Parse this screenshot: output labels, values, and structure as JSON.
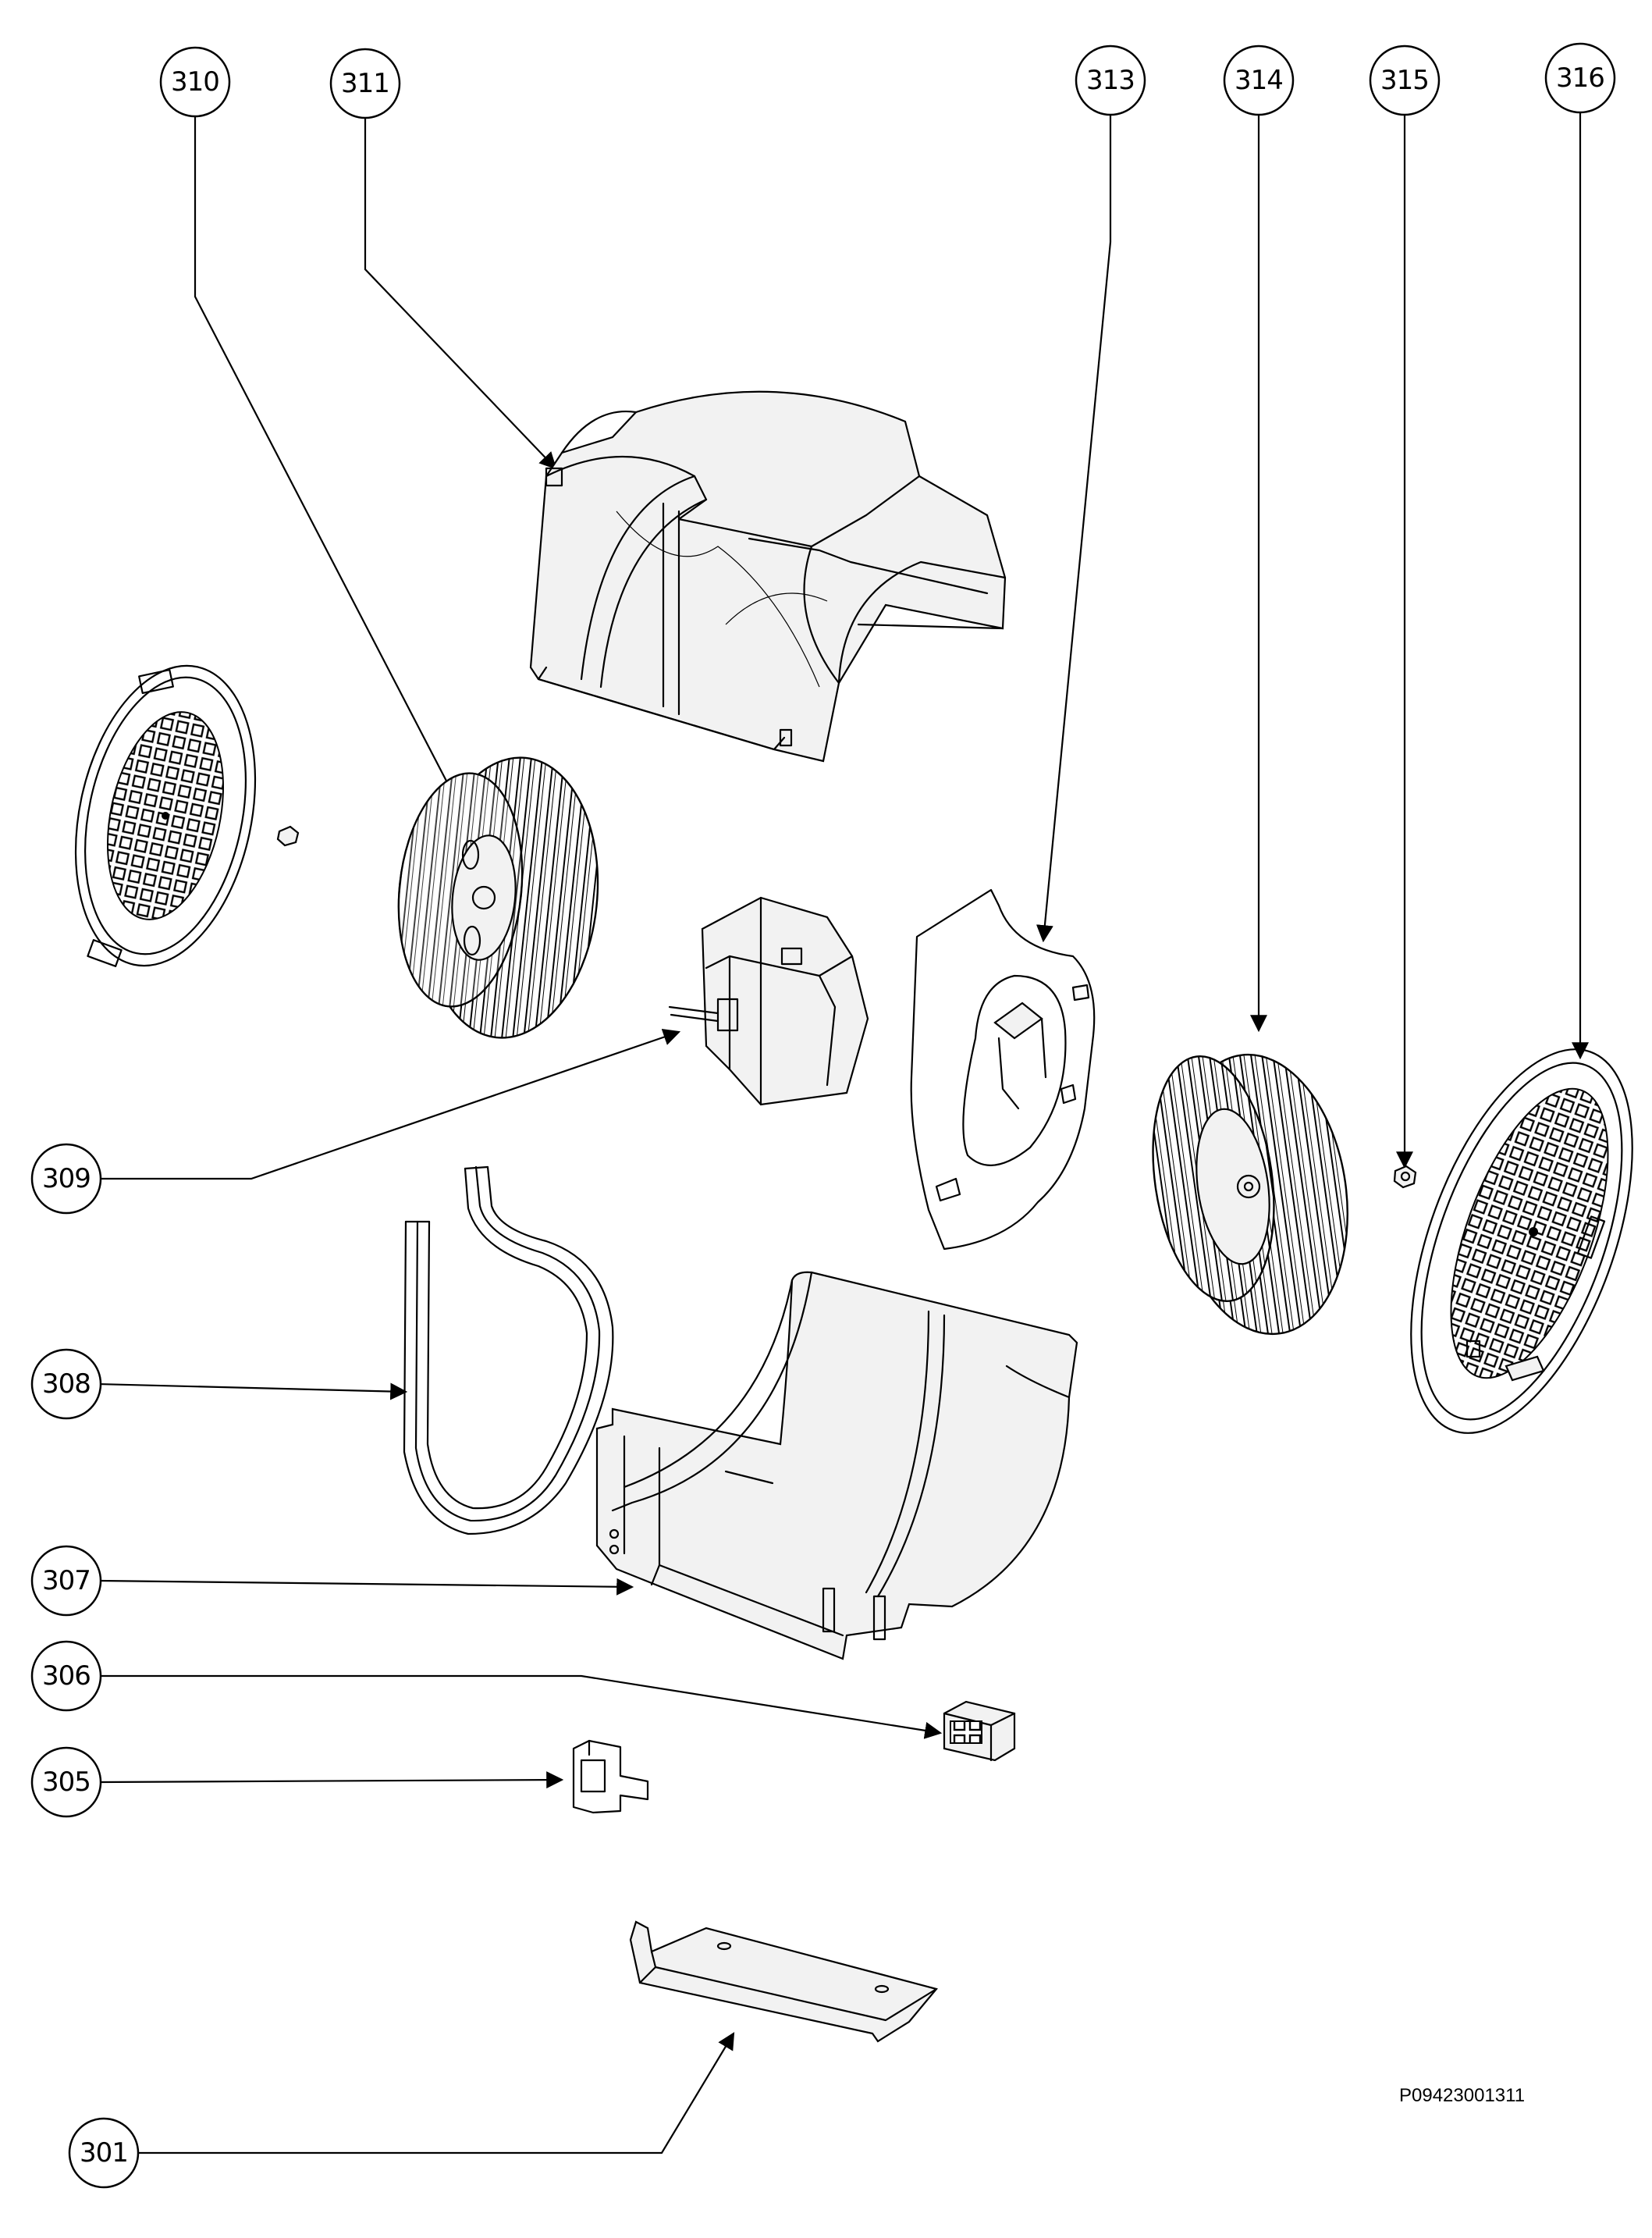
{
  "callouts": [
    {
      "id": "c310",
      "label": "310"
    },
    {
      "id": "c311",
      "label": "311"
    },
    {
      "id": "c313",
      "label": "313"
    },
    {
      "id": "c314",
      "label": "314"
    },
    {
      "id": "c315",
      "label": "315"
    },
    {
      "id": "c316",
      "label": "316"
    },
    {
      "id": "c309",
      "label": "309"
    },
    {
      "id": "c308",
      "label": "308"
    },
    {
      "id": "c307",
      "label": "307"
    },
    {
      "id": "c306",
      "label": "306"
    },
    {
      "id": "c305",
      "label": "305"
    },
    {
      "id": "c301",
      "label": "301"
    }
  ],
  "drawing_code": "P09423001311"
}
